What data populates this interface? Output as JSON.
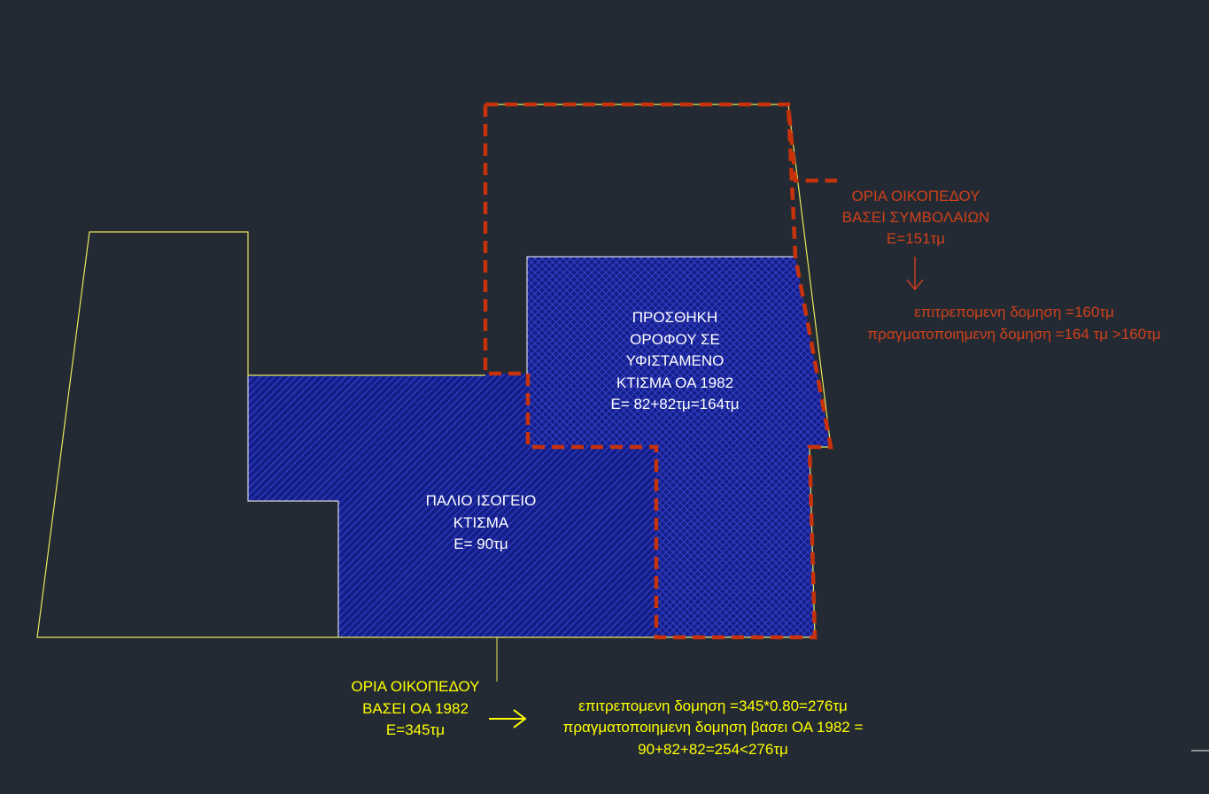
{
  "colors": {
    "background": "#232a33",
    "yellow": "#ffff00",
    "yellow_line": "#e8e85a",
    "white": "#ffffff",
    "red": "#c8320a",
    "red_label": "#d0401a",
    "hatch_fill": "#141e88",
    "hatch_line": "#3340c8",
    "arrow_yellow": "#ffff00",
    "arrow_red": "#c83c1e"
  },
  "labels": {
    "addition": {
      "line1": "ΠΡΟΣΘΗΚΗ",
      "line2": "ΟΡΟΦΟΥ ΣΕ",
      "line3": "ΥΦΙΣΤΑΜΕΝΟ",
      "line4": "ΚΤΙΣΜΑ ΟΑ 1982",
      "line5": "Ε= 82+82τμ=164τμ"
    },
    "old_ground": {
      "line1": "ΠΑΛΙΟ ΙΣΟΓΕΙΟ",
      "line2": "ΚΤΙΣΜΑ",
      "line3": "Ε= 90τμ"
    },
    "contract_limits": {
      "line1": "ΟΡΙΑ ΟΙΚΟΠΕΔΟΥ",
      "line2": "ΒΑΣΕΙ ΣΥΜΒΟΛΑΙΩΝ",
      "line3": "Ε=151τμ"
    },
    "contract_building": {
      "line1": "επιτρεπομενη δομηση =160τμ",
      "line2": "πραγματοποιημενη δομηση =164 τμ >160τμ"
    },
    "oa_limits": {
      "line1": "ΟΡΙΑ ΟΙΚΟΠΕΔΟΥ",
      "line2": "ΒΑΣΕΙ ΟΑ 1982",
      "line3": "Ε=345τμ"
    },
    "oa_building": {
      "line1": "επιτρεπομενη δομηση =345*0.80=276τμ",
      "line2": "πραγματοποιημενη δομηση βασει ΟΑ 1982 =",
      "line3": "90+82+82=254<276τμ"
    }
  }
}
